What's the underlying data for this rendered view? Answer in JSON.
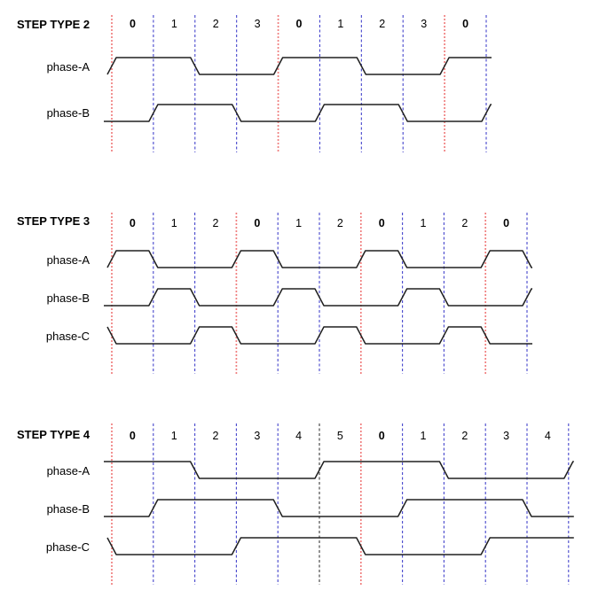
{
  "palette": {
    "background": "#ffffff",
    "waveform": "#202020",
    "red_line": "#f08080",
    "blue_line": "#4545cc",
    "black_line": "#3a3a3a",
    "text": "#000000"
  },
  "chart_data": [
    {
      "type": "digital-timing",
      "title": "STEP TYPE 2",
      "step_labels": [
        "0",
        "1",
        "2",
        "3",
        "0",
        "1",
        "2",
        "3",
        "0"
      ],
      "bold_label": "0",
      "boundary_colors": [
        "red",
        "blue",
        "blue",
        "blue",
        "red",
        "blue",
        "blue",
        "blue",
        "red",
        "blue"
      ],
      "signals": [
        {
          "name": "phase-A",
          "initial": "low",
          "edges": [
            [
              0,
              "high"
            ],
            [
              2,
              "low"
            ],
            [
              4,
              "high"
            ],
            [
              6,
              "low"
            ],
            [
              8,
              "high"
            ]
          ],
          "high_during_steps": "0,1 of each 4-step cycle"
        },
        {
          "name": "phase-B",
          "initial": "low",
          "edges": [
            [
              1,
              "high"
            ],
            [
              3,
              "low"
            ],
            [
              5,
              "high"
            ],
            [
              7,
              "low"
            ],
            [
              9,
              "high"
            ]
          ],
          "high_during_steps": "1,2 of each 4-step cycle"
        }
      ]
    },
    {
      "type": "digital-timing",
      "title": "STEP TYPE 3",
      "step_labels": [
        "0",
        "1",
        "2",
        "0",
        "1",
        "2",
        "0",
        "1",
        "2",
        "0"
      ],
      "bold_label": "0",
      "boundary_colors": [
        "red",
        "blue",
        "blue",
        "red",
        "blue",
        "blue",
        "red",
        "blue",
        "blue",
        "red",
        "blue"
      ],
      "signals": [
        {
          "name": "phase-A",
          "initial": "low",
          "edges": [
            [
              0,
              "high"
            ],
            [
              1,
              "low"
            ],
            [
              3,
              "high"
            ],
            [
              4,
              "low"
            ],
            [
              6,
              "high"
            ],
            [
              7,
              "low"
            ],
            [
              9,
              "high"
            ],
            [
              10,
              "low"
            ]
          ],
          "high_during_steps": "0 of each 3-step cycle"
        },
        {
          "name": "phase-B",
          "initial": "low",
          "edges": [
            [
              1,
              "high"
            ],
            [
              2,
              "low"
            ],
            [
              4,
              "high"
            ],
            [
              5,
              "low"
            ],
            [
              7,
              "high"
            ],
            [
              8,
              "low"
            ],
            [
              10,
              "high"
            ]
          ],
          "high_during_steps": "1 of each 3-step cycle"
        },
        {
          "name": "phase-C",
          "initial": "high",
          "edges": [
            [
              0,
              "low"
            ],
            [
              2,
              "high"
            ],
            [
              3,
              "low"
            ],
            [
              5,
              "high"
            ],
            [
              6,
              "low"
            ],
            [
              8,
              "high"
            ],
            [
              9,
              "low"
            ]
          ],
          "high_during_steps": "2 of each 3-step cycle"
        }
      ]
    },
    {
      "type": "digital-timing",
      "title": "STEP TYPE 4",
      "step_labels": [
        "0",
        "1",
        "2",
        "3",
        "4",
        "5",
        "0",
        "1",
        "2",
        "3",
        "4"
      ],
      "bold_label": "0",
      "boundary_colors": [
        "red",
        "blue",
        "blue",
        "blue",
        "blue",
        "black",
        "red",
        "blue",
        "blue",
        "blue",
        "blue",
        "blue"
      ],
      "signals": [
        {
          "name": "phase-A",
          "initial": "high",
          "edges": [
            [
              2,
              "low"
            ],
            [
              5,
              "high"
            ],
            [
              8,
              "low"
            ],
            [
              11,
              "high"
            ]
          ],
          "high_during_steps": "5,0,1 of each 6-step cycle"
        },
        {
          "name": "phase-B",
          "initial": "low",
          "edges": [
            [
              1,
              "high"
            ],
            [
              4,
              "low"
            ],
            [
              7,
              "high"
            ],
            [
              10,
              "low"
            ]
          ],
          "high_during_steps": "1,2,3 of each 6-step cycle"
        },
        {
          "name": "phase-C",
          "initial": "high",
          "edges": [
            [
              0,
              "low"
            ],
            [
              3,
              "high"
            ],
            [
              6,
              "low"
            ],
            [
              9,
              "high"
            ]
          ],
          "high_during_steps": "3,4,5 of each 6-step cycle"
        }
      ]
    }
  ]
}
